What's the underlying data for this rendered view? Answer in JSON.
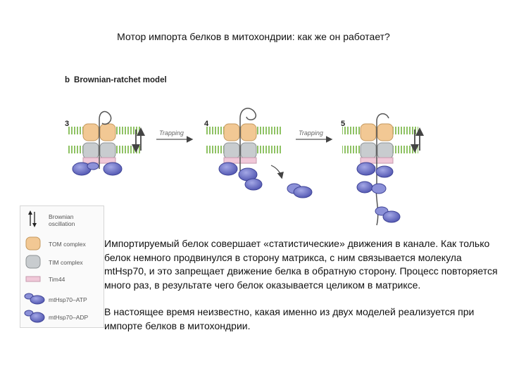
{
  "title": "Мотор импорта белков в митохондрии: как же он работает?",
  "figure": {
    "label_letter": "b",
    "label_text": "Brownian-ratchet model",
    "panels": [
      "3",
      "4",
      "5"
    ],
    "arrow_labels": [
      "Trapping",
      "Trapping"
    ]
  },
  "legend": {
    "items": [
      {
        "label": "Brownian oscillation",
        "icon": "double-arrow-icon"
      },
      {
        "label": "TOM complex",
        "icon": "tom-complex-icon"
      },
      {
        "label": "TIM complex",
        "icon": "tim-complex-icon"
      },
      {
        "label": "Tim44",
        "icon": "tim44-icon"
      },
      {
        "label": "mtHsp70–ATP",
        "icon": "hsp70-atp-icon"
      },
      {
        "label": "mtHsp70–ADP",
        "icon": "hsp70-adp-icon"
      }
    ]
  },
  "caption": {
    "paragraph1": "Импортируемый белок совершает «статистические» движения в канале. Как только белок немного продвинулся в сторону матрикса, с ним связывается молекула mtHsp70, и это запрещает движение белка в обратную сторону. Процесс повторяется много раз, в результате чего белок оказывается целиком в матриксе.",
    "paragraph2": "В настоящее время неизвестно, какая именно из двух моделей реализуется при импорте белков в митохондрии."
  },
  "colors": {
    "tom": "#f2c894",
    "tim": "#c8cccf",
    "tim44": "#f0c8d8",
    "membrane": "#8fc264",
    "hsp70": "#6f74c8",
    "hsp70_dark": "#3e4396"
  }
}
